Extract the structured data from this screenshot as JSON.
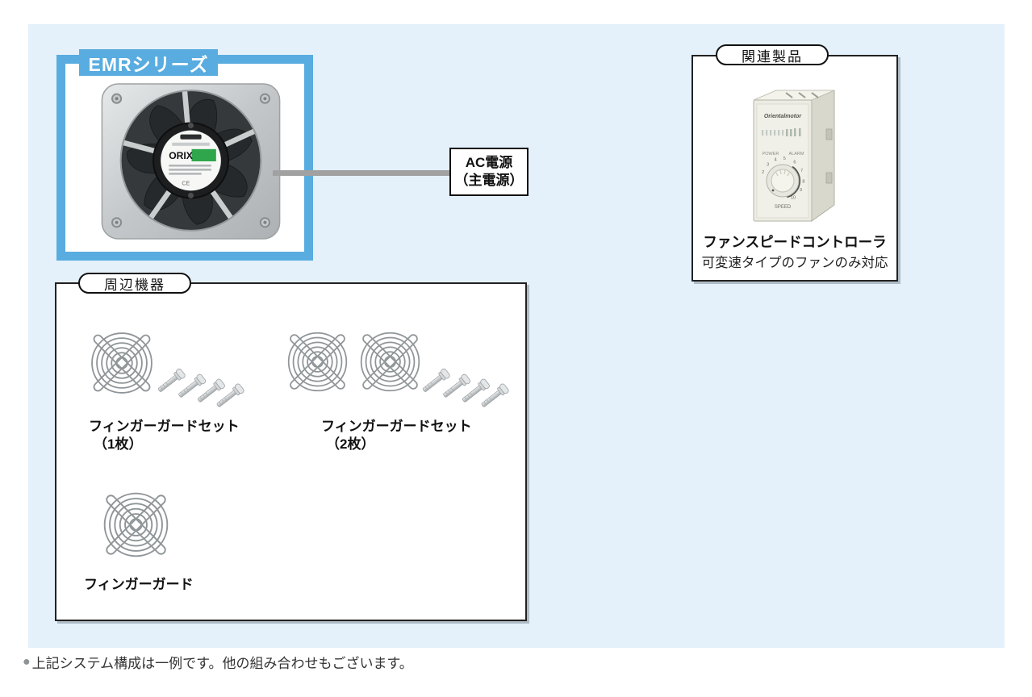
{
  "colors": {
    "accent_blue": "#58ACDF",
    "panel_bg": "#E4F0FA",
    "line_gray": "#A1A1A1",
    "wire_gray": "#8F9598",
    "fan_label_green": "#2FA64C"
  },
  "emr": {
    "series_label": "EMRシリーズ",
    "fan_brand": "ORIX",
    "fan_ce_mark": "CE"
  },
  "ac_power": {
    "line1": "AC電源",
    "line2": "（主電源）"
  },
  "related": {
    "title": "関連製品",
    "product_name": "ファンスピードコントローラ",
    "product_note": "可変速タイプのファンのみ対応",
    "controller": {
      "brand": "Orientalmotor",
      "power_label": "POWER",
      "alarm_label": "ALARM",
      "speed_label": "SPEED",
      "dial_numbers": [
        "2",
        "3",
        "4",
        "5",
        "6",
        "7",
        "8",
        "9",
        "10"
      ]
    }
  },
  "peripherals": {
    "title": "周辺機器",
    "items": [
      {
        "name": "フィンガーガードセット",
        "qty": "（1枚）"
      },
      {
        "name": "フィンガーガードセット",
        "qty": "（2枚）"
      },
      {
        "name": "フィンガーガード",
        "qty": ""
      }
    ]
  },
  "footnote": {
    "bullet": "●",
    "text": "上記システム構成は一例です。他の組み合わせもございます。"
  }
}
